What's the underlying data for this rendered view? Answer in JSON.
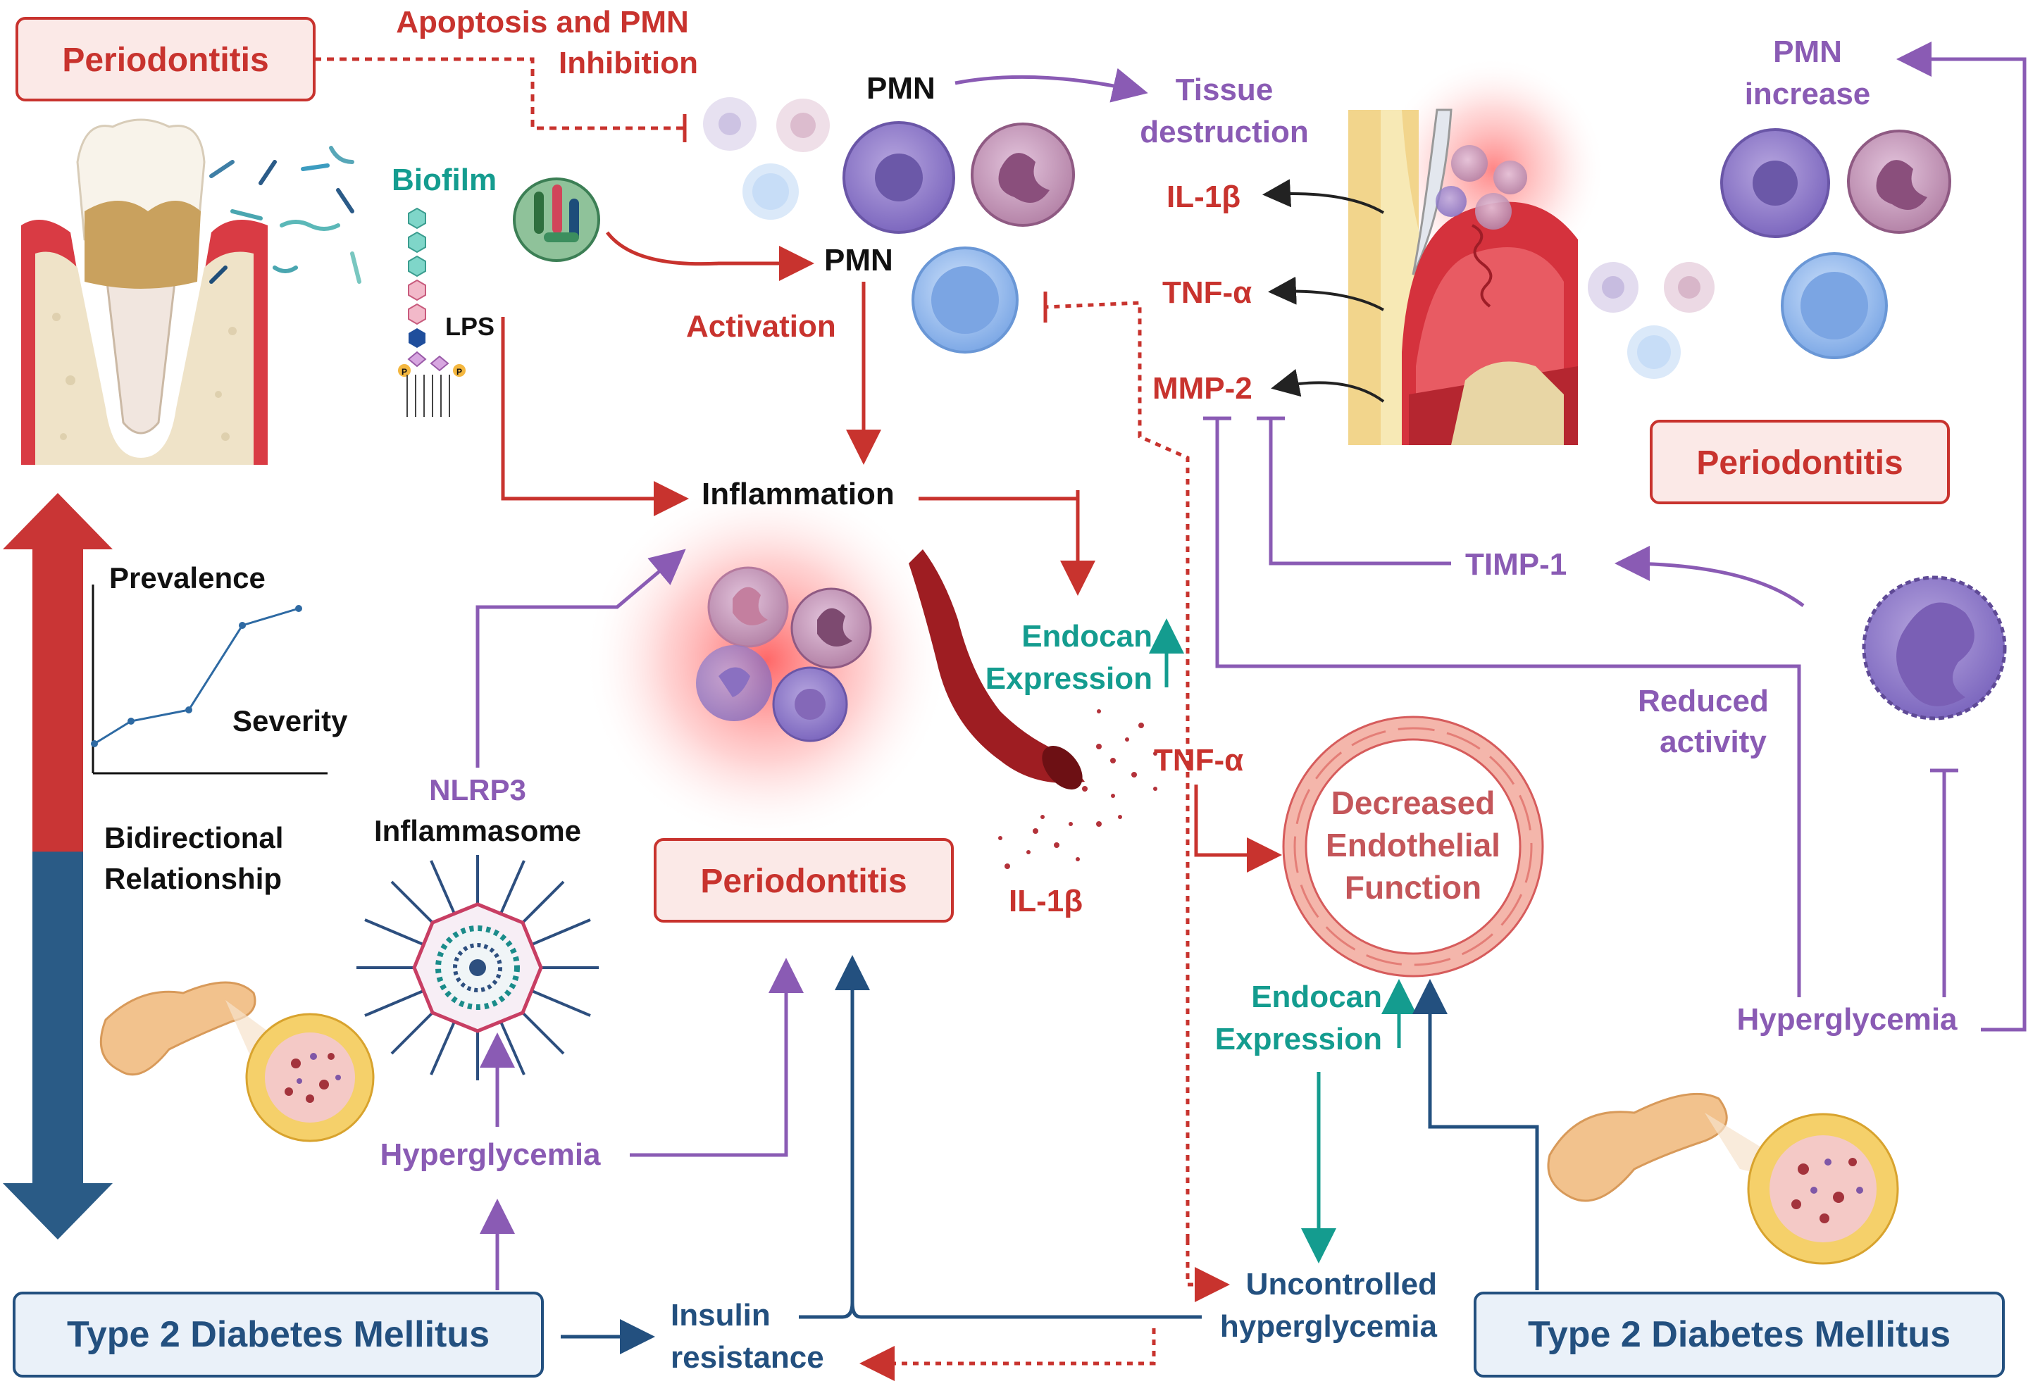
{
  "colors": {
    "red": "#c8332e",
    "purple": "#8a5bb4",
    "teal": "#149c8f",
    "blue": "#23507f",
    "dark_blue_arrow": "#2d5c8c",
    "box_red_fill": "#fbe9e7",
    "box_blue_fill": "#eaf1f9"
  },
  "boxes": {
    "periodontitis_top_left": "Periodontitis",
    "periodontitis_center": "Periodontitis",
    "periodontitis_right": "Periodontitis",
    "t2dm_left": "Type 2 Diabetes Mellitus",
    "t2dm_right": "Type 2 Diabetes Mellitus"
  },
  "labels": {
    "apoptosis_line1": "Apoptosis and PMN",
    "apoptosis_line2": "Inhibition",
    "pmn_top": "PMN",
    "tissue_line1": "Tissue",
    "tissue_line2": "destruction",
    "biofilm": "Biofilm",
    "pmn_mid": "PMN",
    "lps": "LPS",
    "activation": "Activation",
    "inflammation": "Inflammation",
    "il1b_top": "IL-1β",
    "tnfa_top": "TNF-α",
    "mmp2": "MMP-2",
    "pmn_increase_line1": "PMN",
    "pmn_increase_line2": "increase",
    "timp1": "TIMP-1",
    "prevalence": "Prevalence",
    "severity": "Severity",
    "bidirectional_line1": "Bidirectional",
    "bidirectional_line2": "Relationship",
    "endocan_top_line1": "Endocan",
    "endocan_top_line2": "Expression",
    "tnfa_mid": "TNF-α",
    "il1b_mid": "IL-1β",
    "nlrp3_line1": "NLRP3",
    "nlrp3_line2": "Inflammasome",
    "reduced_line1": "Reduced",
    "reduced_line2": "activity",
    "decreased_line1": "Decreased",
    "decreased_line2": "Endothelial",
    "decreased_line3": "Function",
    "endocan_bottom_line1": "Endocan",
    "endocan_bottom_line2": "Expression",
    "hyperglycemia_right": "Hyperglycemia",
    "hyperglycemia_left": "Hyperglycemia",
    "insulin_line1": "Insulin",
    "insulin_line2": "resistance",
    "uncontrolled_line1": "Uncontrolled",
    "uncontrolled_line2": "hyperglycemia"
  },
  "phosphate": "P",
  "icons": [
    "tooth-icon",
    "bacteria-icon",
    "biofilm-icon",
    "lps-molecule-icon",
    "neutrophil-icon",
    "lymphocyte-icon",
    "blood-vessel-icon",
    "gingiva-tissue-icon",
    "inflammasome-icon",
    "pancreas-icon",
    "islet-icon",
    "endothelium-ring-icon",
    "macrophage-icon"
  ]
}
